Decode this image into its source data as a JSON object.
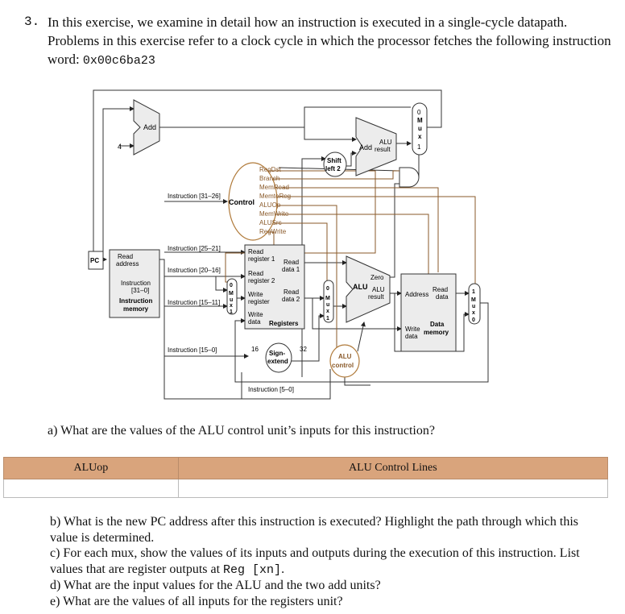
{
  "question": {
    "number": "3.",
    "text": "In this exercise, we examine in detail how an instruction is executed in a single-cycle datapath. Problems in this exercise refer to a clock cycle in which the processor fetches the following instruction word:",
    "instruction_word": "0x00c6ba23"
  },
  "diagram": {
    "add_top": "Add",
    "const_four": "4",
    "add_alu_label": "Add",
    "add_alu_result": "ALU\nresult",
    "shift_left": "Shift\nleft 2",
    "control": "Control",
    "control_signals": [
      "RegDst",
      "Branch",
      "MemRead",
      "MemtoReg",
      "ALUOp",
      "MemWrite",
      "ALUSrc",
      "RegWrite"
    ],
    "pc": "PC",
    "imem_read_address": "Read\naddress",
    "imem_instruction_bits": "Instruction\n[31–0]",
    "imem_name": "Instruction\nmemory",
    "instr_31_26": "Instruction [31–26]",
    "instr_25_21": "Instruction [25–21]",
    "instr_20_16": "Instruction [20–16]",
    "instr_15_11": "Instruction [15–11]",
    "instr_15_0": "Instruction [15–0]",
    "instr_5_0": "Instruction [5–0]",
    "reg_read1": "Read\nregister 1",
    "reg_read2": "Read\nregister 2",
    "reg_write_reg": "Write\nregister",
    "reg_write_data": "Write\ndata",
    "reg_data1": "Read\ndata 1",
    "reg_data2": "Read\ndata 2",
    "registers": "Registers",
    "sign_extend": "Sign-\nextend",
    "bits16": "16",
    "bits32": "32",
    "alu_control": "ALU\ncontrol",
    "alu_zero": "Zero",
    "alu_name": "ALU",
    "alu_result": "ALU\nresult",
    "dmem_address": "Address",
    "dmem_read_data": "Read\ndata",
    "dmem_write_data": "Write\ndata",
    "dmem_name": "Data\nmemory",
    "mux_label": "M\nu\nx",
    "mux_zero": "0",
    "mux_one": "1",
    "control_ellipse_color": "#b07a3a",
    "control_signal_color": "#8a5a2a"
  },
  "part_a": "a)  What are the values of the ALU control unit’s inputs for this instruction?",
  "table": {
    "headers": [
      "ALUop",
      "ALU Control Lines"
    ],
    "header_color": "#d9a47c"
  },
  "parts": {
    "b": "b) What is the new PC address after this instruction is executed? Highlight the path through which this value is determined.",
    "c_pre": "c) For each mux, show the values of its inputs and outputs during the execution of this instruction. List values that are register outputs at ",
    "c_code": "Reg [xn]",
    "c_post": ".",
    "d": "d) What are the input values for the ALU and the two add units?",
    "e": "e) What are the values of all inputs for the registers unit?"
  }
}
